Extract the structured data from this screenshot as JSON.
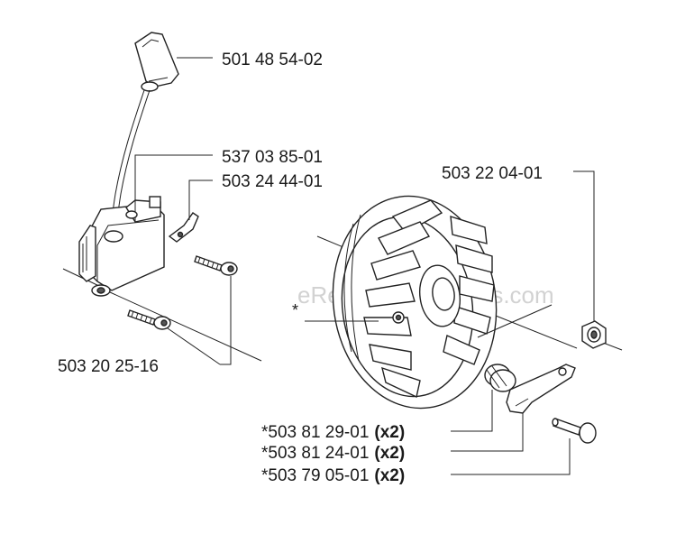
{
  "watermark": "eReplacementParts.com",
  "callouts": {
    "spark_plug_cap": {
      "number": "501 48 54-02"
    },
    "ignition_module": {
      "number": "537 03 85-01"
    },
    "terminal": {
      "number": "503 24 44-01"
    },
    "screws": {
      "number": "503 20 25-16"
    },
    "nut": {
      "number": "503 22 04-01"
    },
    "flywheel": {
      "marker": "*"
    },
    "spring": {
      "prefix": "*",
      "number": "503 81 29-01",
      "qty": "(x2)"
    },
    "pawl": {
      "prefix": "*",
      "number": "503 81 24-01",
      "qty": "(x2)"
    },
    "pin": {
      "prefix": "*",
      "number": "503 79 05-01",
      "qty": "(x2)"
    }
  }
}
